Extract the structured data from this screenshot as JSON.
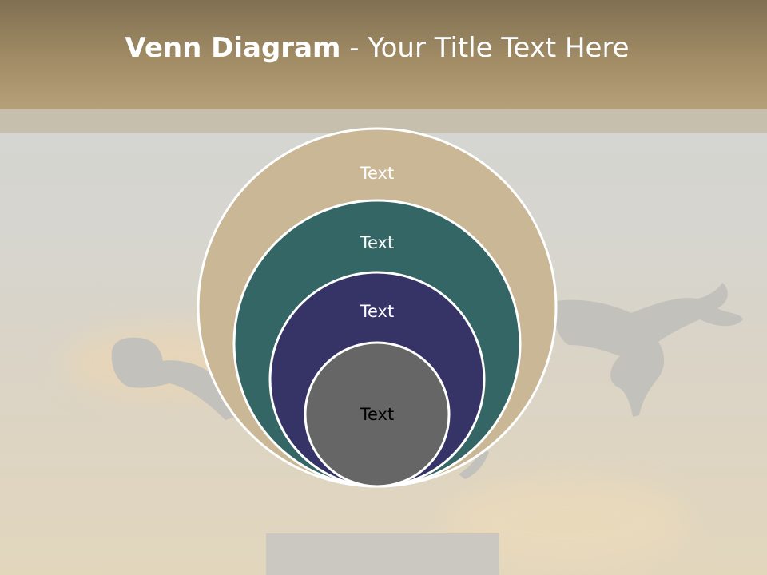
{
  "title": {
    "bold": "Venn Diagram",
    "rest": " - Your Title Text Here"
  },
  "circles": [
    {
      "label": "Text",
      "fill": "#cab795",
      "text_color": "#ffffff"
    },
    {
      "label": "Text",
      "fill": "#346666",
      "text_color": "#ffffff"
    },
    {
      "label": "Text",
      "fill": "#363366",
      "text_color": "#ffffff"
    },
    {
      "label": "Text",
      "fill": "#666666",
      "text_color": "#000000"
    }
  ],
  "colors": {
    "outline": "#ffffff",
    "header_top": "#807052",
    "header_bottom": "#b6a079",
    "silhouette": "#c3c1bb"
  }
}
